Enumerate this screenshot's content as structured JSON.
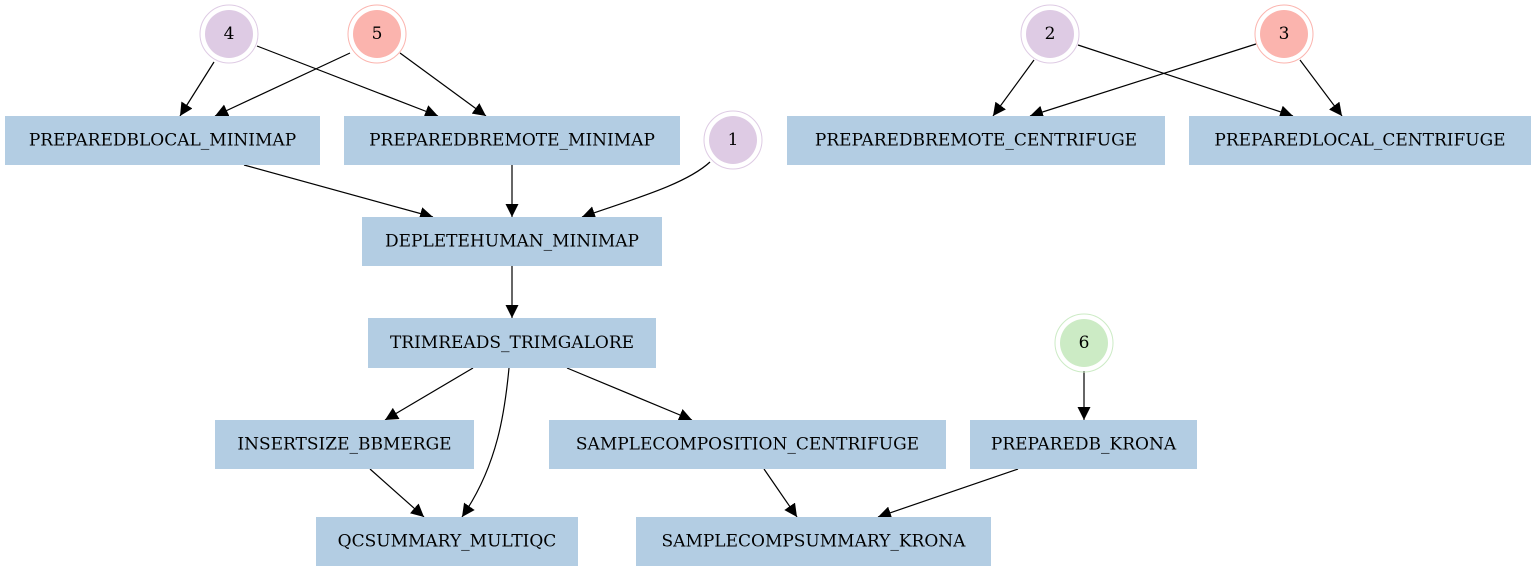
{
  "colors": {
    "process": "#b3cde3",
    "purple": "#decbe4",
    "red": "#fbb4ae",
    "green": "#ccebc5"
  },
  "nodes": {
    "in4": {
      "label": "4"
    },
    "in5": {
      "label": "5"
    },
    "in2": {
      "label": "2"
    },
    "in3": {
      "label": "3"
    },
    "in1": {
      "label": "1"
    },
    "in6": {
      "label": "6"
    },
    "preparedblocal_minimap": {
      "label": "PREPAREDBLOCAL_MINIMAP"
    },
    "preparedbremote_minimap": {
      "label": "PREPAREDBREMOTE_MINIMAP"
    },
    "preparedbremote_centrifuge": {
      "label": "PREPAREDBREMOTE_CENTRIFUGE"
    },
    "preparedlocal_centrifuge": {
      "label": "PREPAREDLOCAL_CENTRIFUGE"
    },
    "depletehuman_minimap": {
      "label": "DEPLETEHUMAN_MINIMAP"
    },
    "trimreads_trimgalore": {
      "label": "TRIMREADS_TRIMGALORE"
    },
    "insertsize_bbmerge": {
      "label": "INSERTSIZE_BBMERGE"
    },
    "samplecomposition_centrifuge": {
      "label": "SAMPLECOMPOSITION_CENTRIFUGE"
    },
    "preparedb_krona": {
      "label": "PREPAREDB_KRONA"
    },
    "qcsummary_multiqc": {
      "label": "QCSUMMARY_MULTIQC"
    },
    "samplecompsummary_krona": {
      "label": "SAMPLECOMPSUMMARY_KRONA"
    }
  },
  "edges": [
    [
      "in4",
      "preparedblocal_minimap"
    ],
    [
      "in4",
      "preparedbremote_minimap"
    ],
    [
      "in5",
      "preparedblocal_minimap"
    ],
    [
      "in5",
      "preparedbremote_minimap"
    ],
    [
      "in2",
      "preparedbremote_centrifuge"
    ],
    [
      "in2",
      "preparedlocal_centrifuge"
    ],
    [
      "in3",
      "preparedbremote_centrifuge"
    ],
    [
      "in3",
      "preparedlocal_centrifuge"
    ],
    [
      "preparedblocal_minimap",
      "depletehuman_minimap"
    ],
    [
      "preparedbremote_minimap",
      "depletehuman_minimap"
    ],
    [
      "in1",
      "depletehuman_minimap"
    ],
    [
      "depletehuman_minimap",
      "trimreads_trimgalore"
    ],
    [
      "trimreads_trimgalore",
      "insertsize_bbmerge"
    ],
    [
      "trimreads_trimgalore",
      "qcsummary_multiqc"
    ],
    [
      "trimreads_trimgalore",
      "samplecomposition_centrifuge"
    ],
    [
      "insertsize_bbmerge",
      "qcsummary_multiqc"
    ],
    [
      "in6",
      "preparedb_krona"
    ],
    [
      "samplecomposition_centrifuge",
      "samplecompsummary_krona"
    ],
    [
      "preparedb_krona",
      "samplecompsummary_krona"
    ]
  ]
}
